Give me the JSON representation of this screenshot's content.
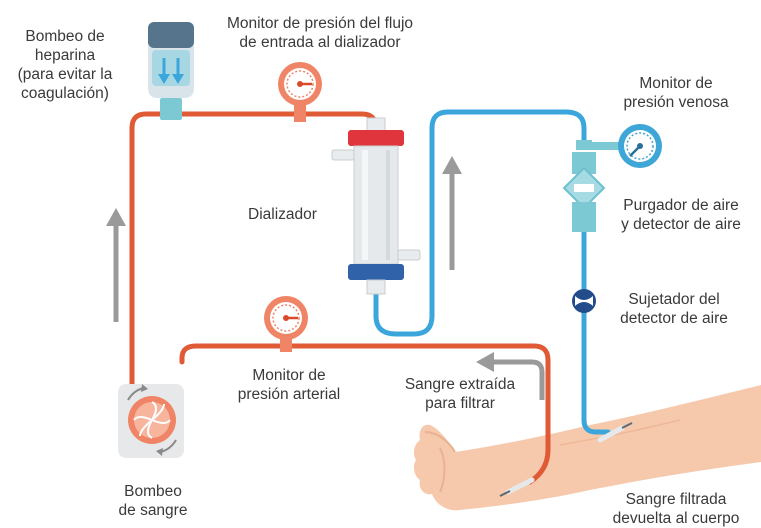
{
  "labels": {
    "heparin_pump": [
      "Bombeo de",
      "heparina",
      "(para evitar la",
      "coagulación)"
    ],
    "inflow_monitor": [
      "Monitor de presión del flujo",
      "de entrada al dializador"
    ],
    "venous_monitor": [
      "Monitor de",
      "presión venosa"
    ],
    "dialyzer": "Dializador",
    "air_trap": [
      "Purgador de aire",
      "y detector de aire"
    ],
    "air_clamp": [
      "Sujetador del",
      "detector de aire"
    ],
    "arterial_monitor": [
      "Monitor de",
      "presión arterial"
    ],
    "blood_out": [
      "Sangre extraída",
      "para filtrar"
    ],
    "blood_pump": [
      "Bombeo",
      "de sangre"
    ],
    "blood_back": [
      "Sangre filtrada",
      "devuelta al cuerpo"
    ]
  },
  "colors": {
    "arterial_line": "#e05a36",
    "venous_line": "#3aa6dc",
    "gauge_red": "#ef8466",
    "gauge_blue": "#3fa6d8",
    "teal_part": "#7cc9d4",
    "arrow_gray": "#9a9a9a",
    "skin": "#f6c9ac"
  },
  "icons": [
    "heparin-pump-icon",
    "pressure-gauge-icon",
    "dialyzer-icon",
    "air-trap-icon",
    "air-clamp-icon",
    "blood-pump-icon",
    "arm-icon",
    "flow-arrow-icon"
  ]
}
